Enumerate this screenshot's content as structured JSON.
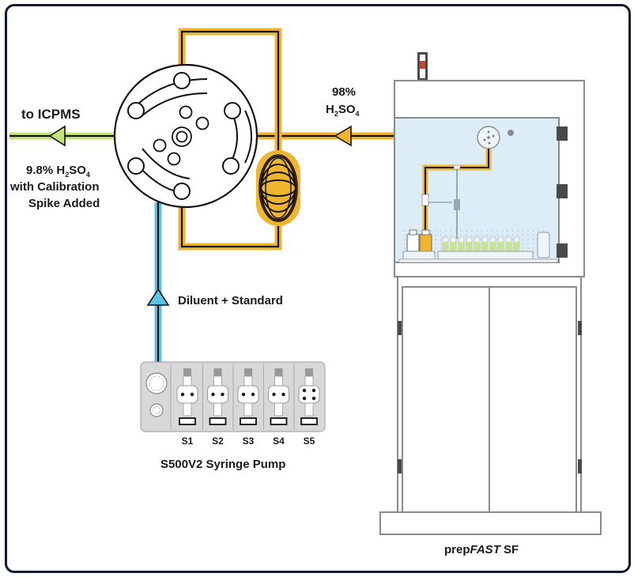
{
  "colors": {
    "frame": "#0f1a33",
    "acid_line": "#f0b52e",
    "output_line": "#c8e27a",
    "diluent_line": "#5cc3e8",
    "glass": "#dcedf8",
    "cabinet_stroke": "#8a8a8a",
    "light_red": "#d23a2a",
    "hinge": "#4a4a4a",
    "pump_body": "#d8d8d8",
    "vial_green": "#c8e29a"
  },
  "labels": {
    "to_icpms": "to ICPMS",
    "output_line1": "9.8% H",
    "output_sub1": "2",
    "output_mid": "SO",
    "output_sub2": "4",
    "output_line2": "with Calibration",
    "output_line3": "Spike Added",
    "acid_pct": "98%",
    "acid_h": "H",
    "acid_sub1": "2",
    "acid_so": "SO",
    "acid_sub2": "4",
    "diluent": "Diluent + Standard",
    "pump_name": "S500V2 Syringe Pump",
    "instrument_prefix": "prep",
    "instrument_italic": "FAST",
    "instrument_suffix": " SF"
  },
  "syringes": [
    {
      "label": "S1",
      "ports": 2
    },
    {
      "label": "S2",
      "ports": 2
    },
    {
      "label": "S3",
      "ports": 2
    },
    {
      "label": "S4",
      "ports": 2
    },
    {
      "label": "S5",
      "ports": 4
    }
  ],
  "components": {
    "valve": "injection-valve",
    "loop": "sample-loop-coil",
    "pump": "syringe-pump",
    "instrument": "autosampler-cabinet"
  }
}
